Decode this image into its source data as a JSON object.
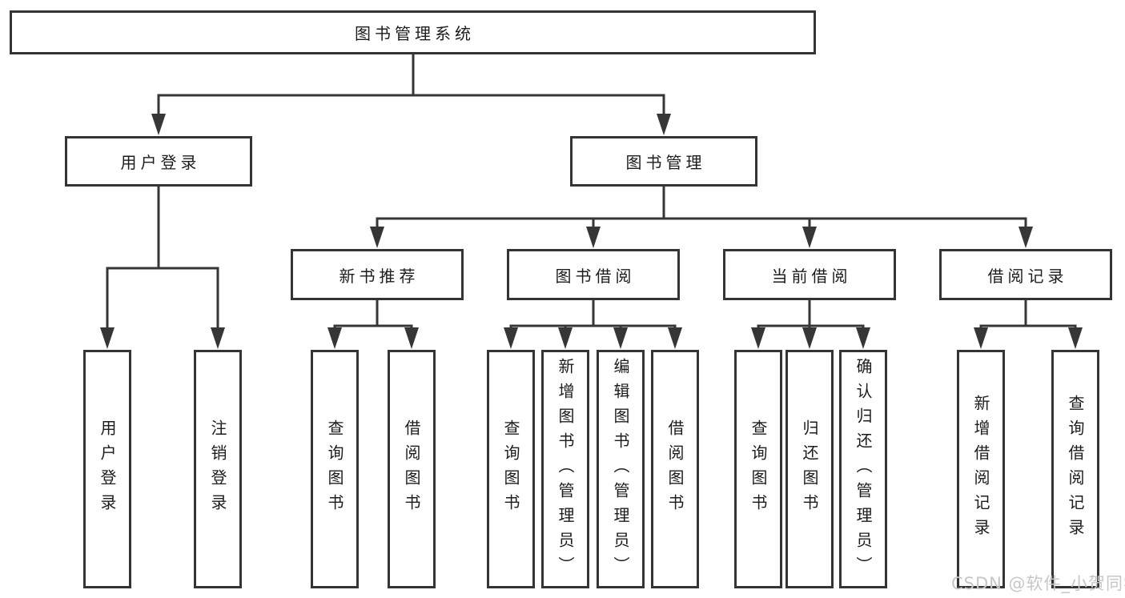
{
  "diagram": {
    "root": {
      "label": "图书管理系统",
      "children": [
        {
          "label": "用户登录",
          "children": [
            {
              "label": "用户登录"
            },
            {
              "label": "注销登录"
            }
          ]
        },
        {
          "label": "图书管理",
          "children": [
            {
              "label": "新书推荐",
              "children": [
                {
                  "label": "查询图书"
                },
                {
                  "label": "借阅图书"
                }
              ]
            },
            {
              "label": "图书借阅",
              "children": [
                {
                  "label": "查询图书"
                },
                {
                  "label": "新增图书（管理员）"
                },
                {
                  "label": "编辑图书（管理员）"
                },
                {
                  "label": "借阅图书"
                }
              ]
            },
            {
              "label": "当前借阅",
              "children": [
                {
                  "label": "查询图书"
                },
                {
                  "label": "归还图书"
                },
                {
                  "label": "确认归还（管理员）"
                }
              ]
            },
            {
              "label": "借阅记录",
              "children": [
                {
                  "label": "新增借阅记录"
                },
                {
                  "label": "查询借阅记录"
                }
              ]
            }
          ]
        }
      ]
    }
  },
  "watermark": {
    "text": "CSDN @软件_小贺同学"
  },
  "colors": {
    "line": "#363636",
    "box_border": "#343434",
    "text": "#1c1c1c",
    "watermark": "#c7c7c7",
    "background": "#ffffff"
  }
}
